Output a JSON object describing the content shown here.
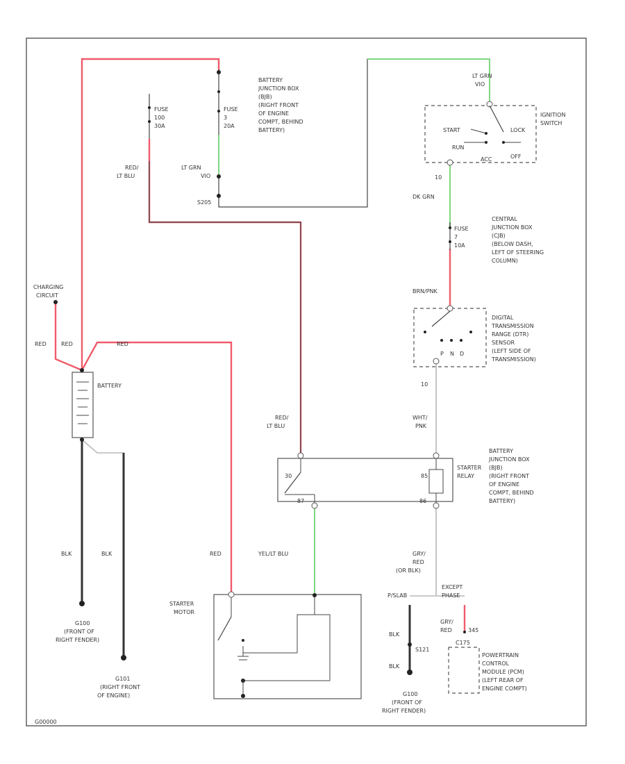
{
  "fuse_batt": {
    "l1": "FUSE",
    "l2": "3",
    "l3": "20A"
  },
  "fuse_left": {
    "l1": "FUSE",
    "l2": "100",
    "l3": "30A"
  },
  "bjb_top": {
    "l1": "BATTERY",
    "l2": "JUNCTION BOX",
    "l3": "(BJB)",
    "l4": "(RIGHT FRONT",
    "l5": "OF ENGINE",
    "l6": "COMPT, BEHIND",
    "l7": "BATTERY)"
  },
  "wires": {
    "lt_grn_a": "LT GRN",
    "lt_grn_a_pin": "VIO",
    "s_pin": "S205",
    "red_ltblu_1a": "RED/",
    "red_ltblu_1b": "LT BLU",
    "lt_grn_b": "LT GRN",
    "lt_grn_b_pin": "VIO",
    "dk_grn": "DK GRN",
    "pin_10": "10",
    "brn_pnk": "BRN/PNK",
    "red_ltblu_2a": "RED/",
    "red_ltblu_2b": "LT BLU",
    "wht_a": "WHT/",
    "wht_b": "PNK",
    "blk_1": "BLK",
    "blk_2": "BLK",
    "red_starter": "RED",
    "yel_ltblu": "YEL/LT BLU",
    "gry_a": "GRY/",
    "gry_b": "RED",
    "gry_c": "(OR BLK)",
    "gry_pcm_a": "GRY/",
    "gry_pcm_b": "RED",
    "blk_3": "BLK",
    "blk_4": "BLK",
    "pin_s121": "S121",
    "pin_345": "345",
    "pin_10b": "10",
    "red_1": "RED",
    "red_2": "RED",
    "red_3": "RED"
  },
  "ignition": {
    "l1": "IGNITION",
    "l2": "SWITCH",
    "start": "START",
    "lock": "LOCK",
    "run": "RUN",
    "acc": "ACC",
    "off": "OFF"
  },
  "cjb": {
    "l1": "CENTRAL",
    "l2": "JUNCTION BOX",
    "l3": "(CJB)",
    "l4": "(BELOW DASH,",
    "l5": "LEFT OF STEERING",
    "l6": "COLUMN)",
    "fuse_l1": "FUSE",
    "fuse_l2": "7",
    "fuse_l3": "10A"
  },
  "dtr": {
    "l1": "DIGITAL",
    "l2": "TRANSMISSION",
    "l3": "RANGE (DTR)",
    "l4": "SENSOR",
    "l5": "(LEFT SIDE OF",
    "l6": "TRANSMISSION)",
    "p": "P",
    "n": "N",
    "d": "D"
  },
  "charging": {
    "l1": "CHARGING",
    "l2": "CIRCUIT"
  },
  "battery": {
    "label": "BATTERY"
  },
  "relay": {
    "label1": "STARTER",
    "label2": "RELAY",
    "p30": "30",
    "p87": "87",
    "p85": "85",
    "p86": "86"
  },
  "bjb_relay": {
    "l1": "BATTERY",
    "l2": "JUNCTION BOX",
    "l3": "(BJB)",
    "l4": "(RIGHT FRONT",
    "l5": "OF ENGINE",
    "l6": "COMPT, BEHIND",
    "l7": "BATTERY)"
  },
  "starter": {
    "l1": "STARTER",
    "l2": "MOTOR"
  },
  "ground_g100": {
    "l1": "G100",
    "l2": "(FRONT OF",
    "l3": "RIGHT FENDER)"
  },
  "ground_g101": {
    "l1": "G101",
    "l2": "(RIGHT FRONT",
    "l3": "OF ENGINE)"
  },
  "ground_g100b": {
    "l1": "G100",
    "l2": "(FRONT OF",
    "l3": "RIGHT FENDER)"
  },
  "except": {
    "l1": "EXCEPT",
    "l2": "PHASE"
  },
  "phase": {
    "label": "P/SLAB"
  },
  "pcm": {
    "connector": "C175",
    "l1": "POWERTRAIN",
    "l2": "CONTROL",
    "l3": "MODULE (PCM)",
    "l4": "(LEFT REAR OF",
    "l5": "ENGINE COMPT)"
  },
  "footer": {
    "code": "G00000"
  }
}
